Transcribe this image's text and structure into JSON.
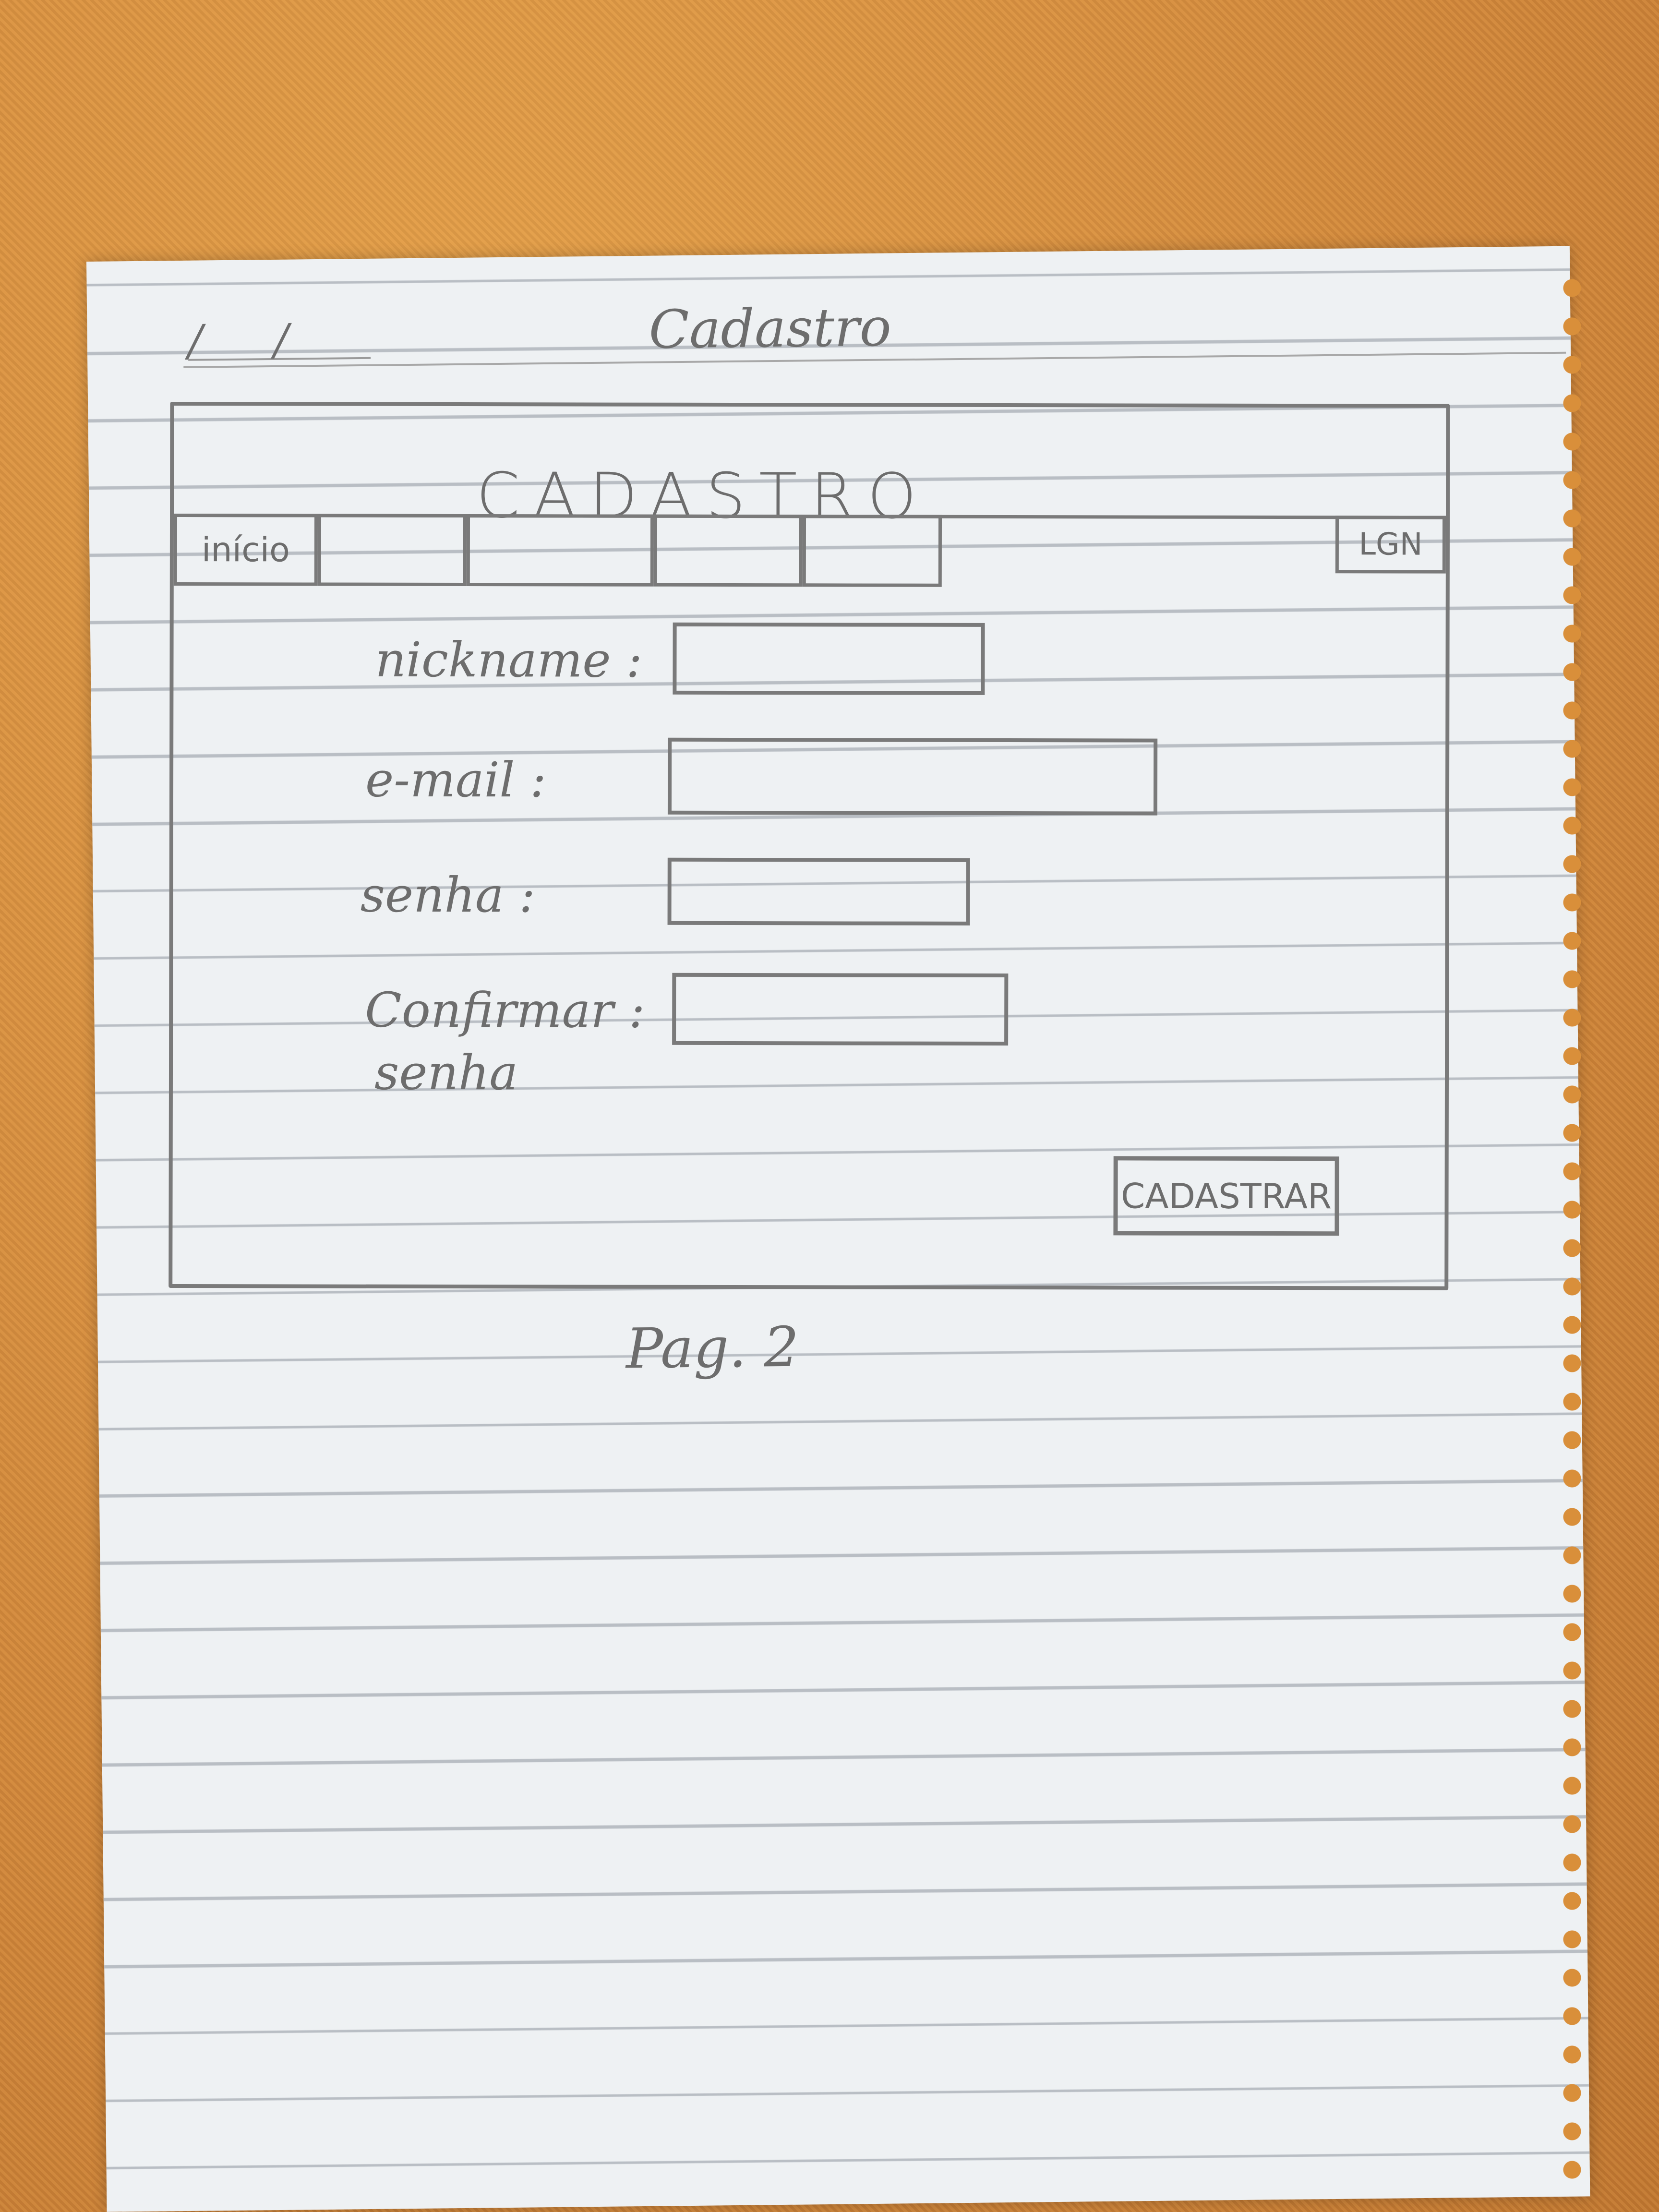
{
  "sheet": {
    "date": "/ /",
    "heading": "Cadastro",
    "page_number": "Pag. 2"
  },
  "wireframe": {
    "title": "CADASTRO",
    "nav": [
      "início",
      "",
      "",
      "",
      ""
    ],
    "login": "LGN",
    "fields": [
      {
        "label": "nickname :"
      },
      {
        "label": "e-mail :"
      },
      {
        "label": "senha :"
      },
      {
        "label": "Confirmar :"
      },
      {
        "label": "senha"
      }
    ],
    "submit": "CADASTRAR"
  }
}
